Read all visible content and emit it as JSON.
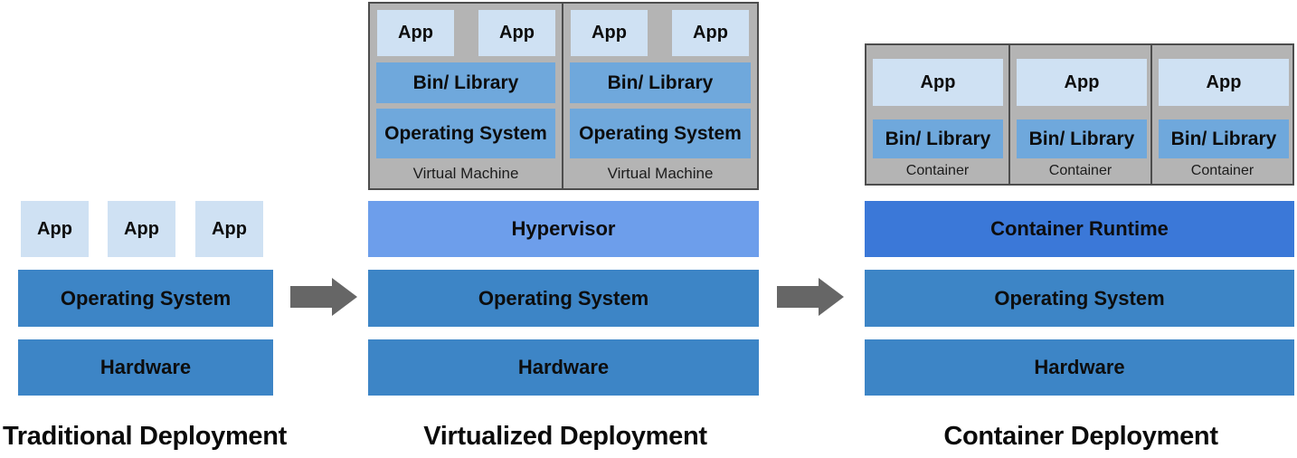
{
  "sections": [
    {
      "id": "traditional",
      "title": "Traditional Deployment",
      "apps": [
        {
          "label": "App"
        },
        {
          "label": "App"
        },
        {
          "label": "App"
        }
      ],
      "bars": [
        {
          "label": "Operating System"
        },
        {
          "label": "Hardware"
        }
      ]
    },
    {
      "id": "virtualized",
      "title": "Virtualized Deployment",
      "vms": [
        {
          "caption": "Virtual Machine",
          "apps": [
            {
              "label": "App"
            },
            {
              "label": "App"
            }
          ],
          "layers": [
            {
              "label": "Bin/ Library"
            },
            {
              "label": "Operating System"
            }
          ]
        },
        {
          "caption": "Virtual Machine",
          "apps": [
            {
              "label": "App"
            },
            {
              "label": "App"
            }
          ],
          "layers": [
            {
              "label": "Bin/ Library"
            },
            {
              "label": "Operating System"
            }
          ]
        }
      ],
      "bars": [
        {
          "label": "Hypervisor"
        },
        {
          "label": "Operating System"
        },
        {
          "label": "Hardware"
        }
      ]
    },
    {
      "id": "container",
      "title": "Container Deployment",
      "containers": [
        {
          "caption": "Container",
          "app": "App",
          "layer": "Bin/ Library"
        },
        {
          "caption": "Container",
          "app": "App",
          "layer": "Bin/ Library"
        },
        {
          "caption": "Container",
          "app": "App",
          "layer": "Bin/ Library"
        }
      ],
      "bars": [
        {
          "label": "Container Runtime"
        },
        {
          "label": "Operating System"
        },
        {
          "label": "Hardware"
        }
      ]
    }
  ],
  "icons": [
    {
      "name": "arrow-right",
      "meaning": "transition from traditional to virtualized"
    },
    {
      "name": "arrow-right",
      "meaning": "transition from virtualized to container"
    }
  ],
  "colors": {
    "app_box": "#cfe1f3",
    "mid_blue_bar": "#6fa8dc",
    "os_hw_bar": "#3d85c6",
    "hypervisor_bar": "#6d9eeb",
    "container_runtime_bar": "#3b78d8",
    "group_box_fill": "#b4b4b4",
    "group_box_border": "#4d4d4d",
    "arrow": "#666666",
    "text": "#0d0d0d"
  }
}
